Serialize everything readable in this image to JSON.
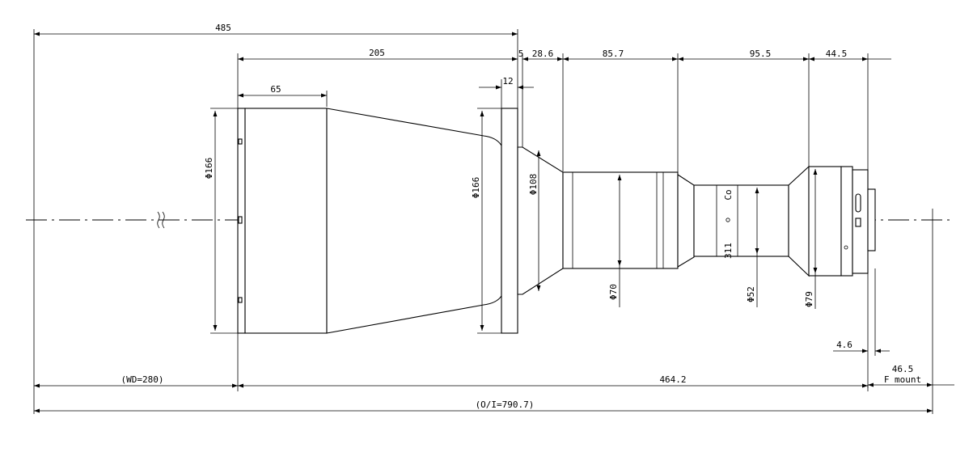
{
  "dimensions": {
    "overall_to_flange": "485",
    "front_section": "205",
    "front_barrel": "65",
    "flange_thickness": "12",
    "gap_small": "5",
    "neck": "28.6",
    "barrel_mid": "85.7",
    "barrel_rear": "95.5",
    "mount_section": "44.5",
    "dia_front": "Φ166",
    "dia_flange": "Φ166",
    "dia_neck": "Φ108",
    "dia_mid": "Φ70",
    "dia_rear": "Φ52",
    "dia_mount": "Φ79",
    "flange_focal": "4.6",
    "f_mount_value": "46.5",
    "f_mount_label": "F mount",
    "working_distance": "(WD=280)",
    "lens_length": "464.2",
    "object_image": "(O/I=790.7)"
  },
  "engravings": {
    "top": "Co",
    "bottom": "311"
  },
  "colors": {
    "line": "#000000",
    "background": "#ffffff"
  }
}
